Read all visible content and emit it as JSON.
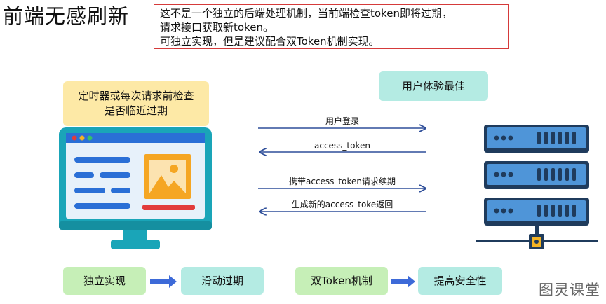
{
  "title": "前端无感刷新",
  "note": {
    "line1": "这不是一个独立的后端处理机制，当前端检查token即将过期，",
    "line2": "请求接口获取新token。",
    "line3": "可独立实现，但是建议配合双Token机制实现。"
  },
  "client_note": {
    "line1": "定时器或每次请求前检查",
    "line2": "是否临近过期"
  },
  "server_note": "用户体验最佳",
  "flows": [
    {
      "label": "用户登录",
      "direction": "to-server"
    },
    {
      "label": "access_token",
      "direction": "to-client"
    },
    {
      "label": "携带access_token请求续期",
      "direction": "to-server"
    },
    {
      "label": "生成新的access_toke返回",
      "direction": "to-client"
    }
  ],
  "bottom": {
    "left_from": "独立实现",
    "left_to": "滑动过期",
    "right_from": "双Token机制",
    "right_to": "提高安全性"
  },
  "watermark": "图灵课堂",
  "colors": {
    "arrow": "#2f4f9a",
    "note_border": "#d53a3a",
    "monitor_frame": "#1aa5b8",
    "monitor_screen": "#e7f1fa",
    "monitor_bar": "#2a6fd6",
    "text_lines": "#2a6fd6",
    "image_tile": "#f5a623",
    "red_bar": "#e23b3b",
    "server_unit": "#1f3b5c",
    "server_face": "#4f95d8",
    "junction": "#f3b324"
  },
  "icons": [
    "monitor-icon",
    "server-rack-icon",
    "image-icon",
    "arrow-right-icon"
  ]
}
